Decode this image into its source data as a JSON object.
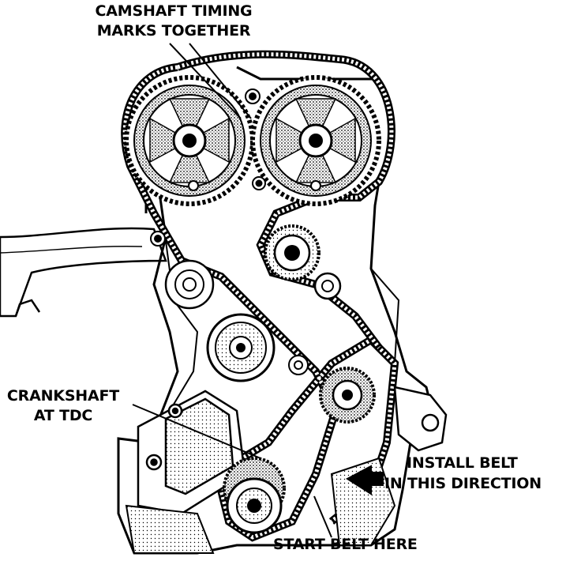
{
  "labels": {
    "camshaft_line1": "CAMSHAFT TIMING",
    "camshaft_line2": "MARKS TOGETHER",
    "crankshaft_line1": "CRANKSHAFT",
    "crankshaft_line2": "AT TDC",
    "install_line1": "INSTALL BELT",
    "install_line2": "IN THIS DIRECTION",
    "start_belt": "START BELT HERE"
  },
  "colors": {
    "ink": "#000000",
    "paper": "#ffffff",
    "shade": "#9a9a9a"
  }
}
